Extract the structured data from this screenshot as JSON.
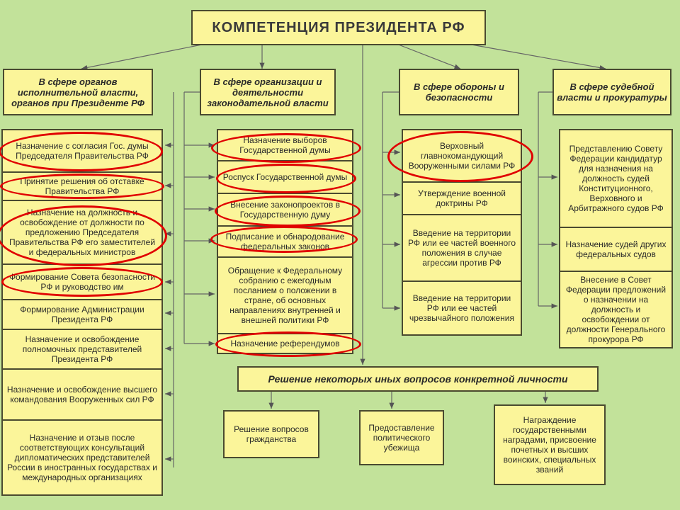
{
  "title": "КОМПЕТЕНЦИЯ ПРЕЗИДЕНТА РФ",
  "categories": [
    "В сфере органов исполнительной власти, органов при Президенте РФ",
    "В сфере организации и деятельности законодательной власти",
    "В сфере обороны и безопасности",
    "В сфере судебной власти и прокуратуры"
  ],
  "col1": [
    "Назначение с согласия Гос. думы Председателя Правительства РФ",
    "Принятие решения об отставке Правительства РФ",
    "Назначение на должность и освобождение от должности по предложению Председателя Правительства РФ его заместителей и федеральных министров",
    "Формирование Совета безопасности РФ и руководство им",
    "Формирование Администрации Президента РФ",
    "Назначение и освобождение полномочных представителей Президента РФ",
    "Назначение и освобождение высшего командования Вооруженных сил РФ",
    "Назначение и отзыв после соответствующих консультаций дипломатических представителей России в иностранных государствах и международных организациях"
  ],
  "col2": [
    "Назначение выборов Государственной думы",
    "Роспуск Государственной думы",
    "Внесение законопроектов в Государственную думу",
    "Подписание и обнародование федеральных законов",
    "Обращение к Федеральному собранию с ежегодным посланием о положении в стране, об основных направлениях внутренней и внешней политики РФ",
    "Назначение референдумов"
  ],
  "col3": [
    "Верховный главнокомандующий Вооруженными силами РФ",
    "Утверждение военной доктрины РФ",
    "Введение на территории РФ или ее частей военного положения в случае агрессии против РФ",
    "Введение на территории РФ или ее частей чрезвычайного положения"
  ],
  "col4": [
    "Представлению Совету Федерации кандидатур для назначения на должность судей Конституционного, Верховного и Арбитражного судов РФ",
    "Назначение судей других федеральных судов",
    "Внесение в Совет Федерации предложений о назначении на должность и освобождении от должности Генерального прокурора РФ"
  ],
  "other": {
    "header": "Решение некоторых иных вопросов конкретной личности",
    "items": [
      "Решение вопросов гражданства",
      "Предоставление политического убежища",
      "Награждение государственными наградами, присвоение почетных и высших воинских, специальных званий"
    ]
  },
  "colors": {
    "background": "#c2e29a",
    "box": "#fbf59a",
    "highlight": "#e00000"
  }
}
